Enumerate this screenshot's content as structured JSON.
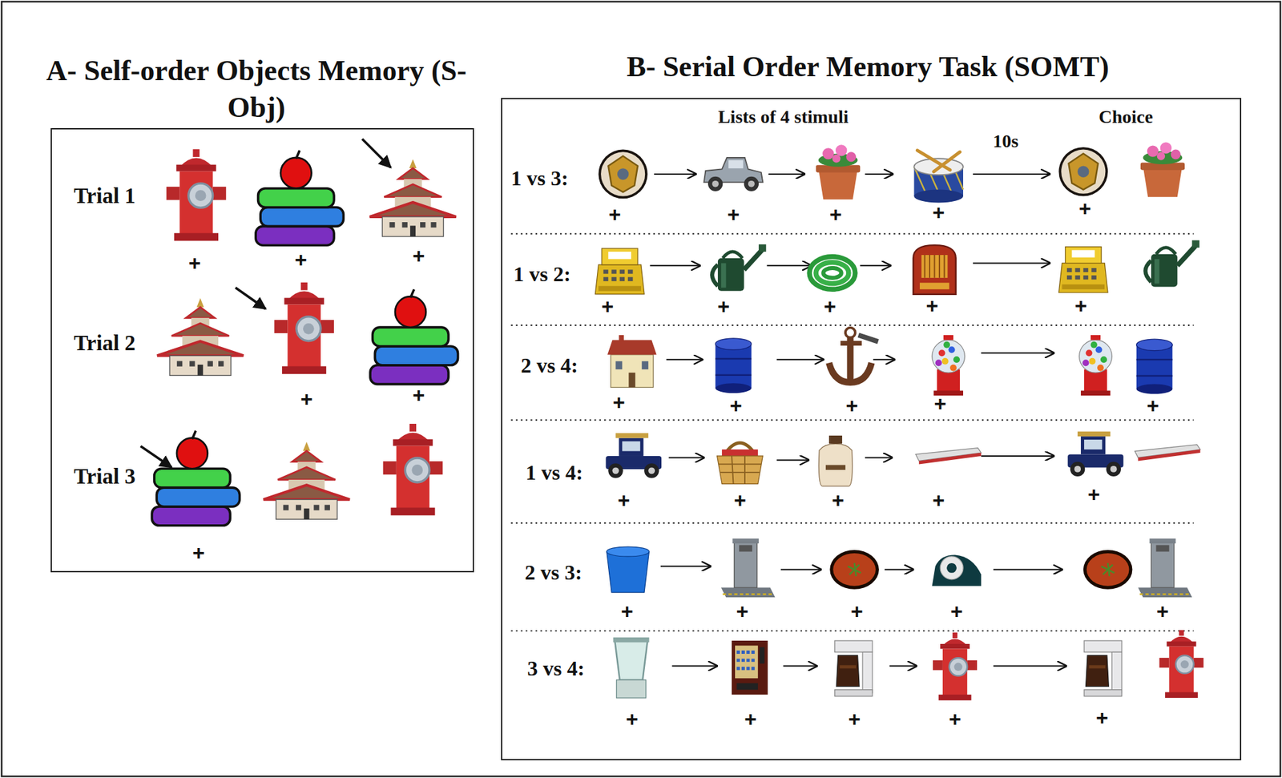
{
  "diagram": {
    "nodes": [
      {
        "text": [
          "A- Self-order Objects Memory (S-Obj)"
        ]
      },
      {
        "text": [
          "B- Serial Order Memory Task (SOMT)"
        ]
      }
    ],
    "labels": [
      "Trial 1",
      "+",
      "+",
      "+",
      "Trial 2",
      "+",
      "+",
      "Trial 3",
      "+",
      "Lists of 4 stimuli",
      "10s",
      "Choice",
      "1 vs 3:",
      "+",
      "+",
      "+",
      "+",
      "+",
      "1 vs 2:",
      "+",
      "+",
      "+",
      "+",
      "+",
      "2 vs 4:",
      "+",
      "+",
      "+",
      "+",
      "+",
      "1 vs 4:",
      "+",
      "+",
      "+",
      "+",
      "+",
      "2 vs 3:",
      "+",
      "+",
      "+",
      "+",
      "+",
      "3 vs 4:",
      "+",
      "+",
      "+",
      "+",
      "+"
    ]
  }
}
